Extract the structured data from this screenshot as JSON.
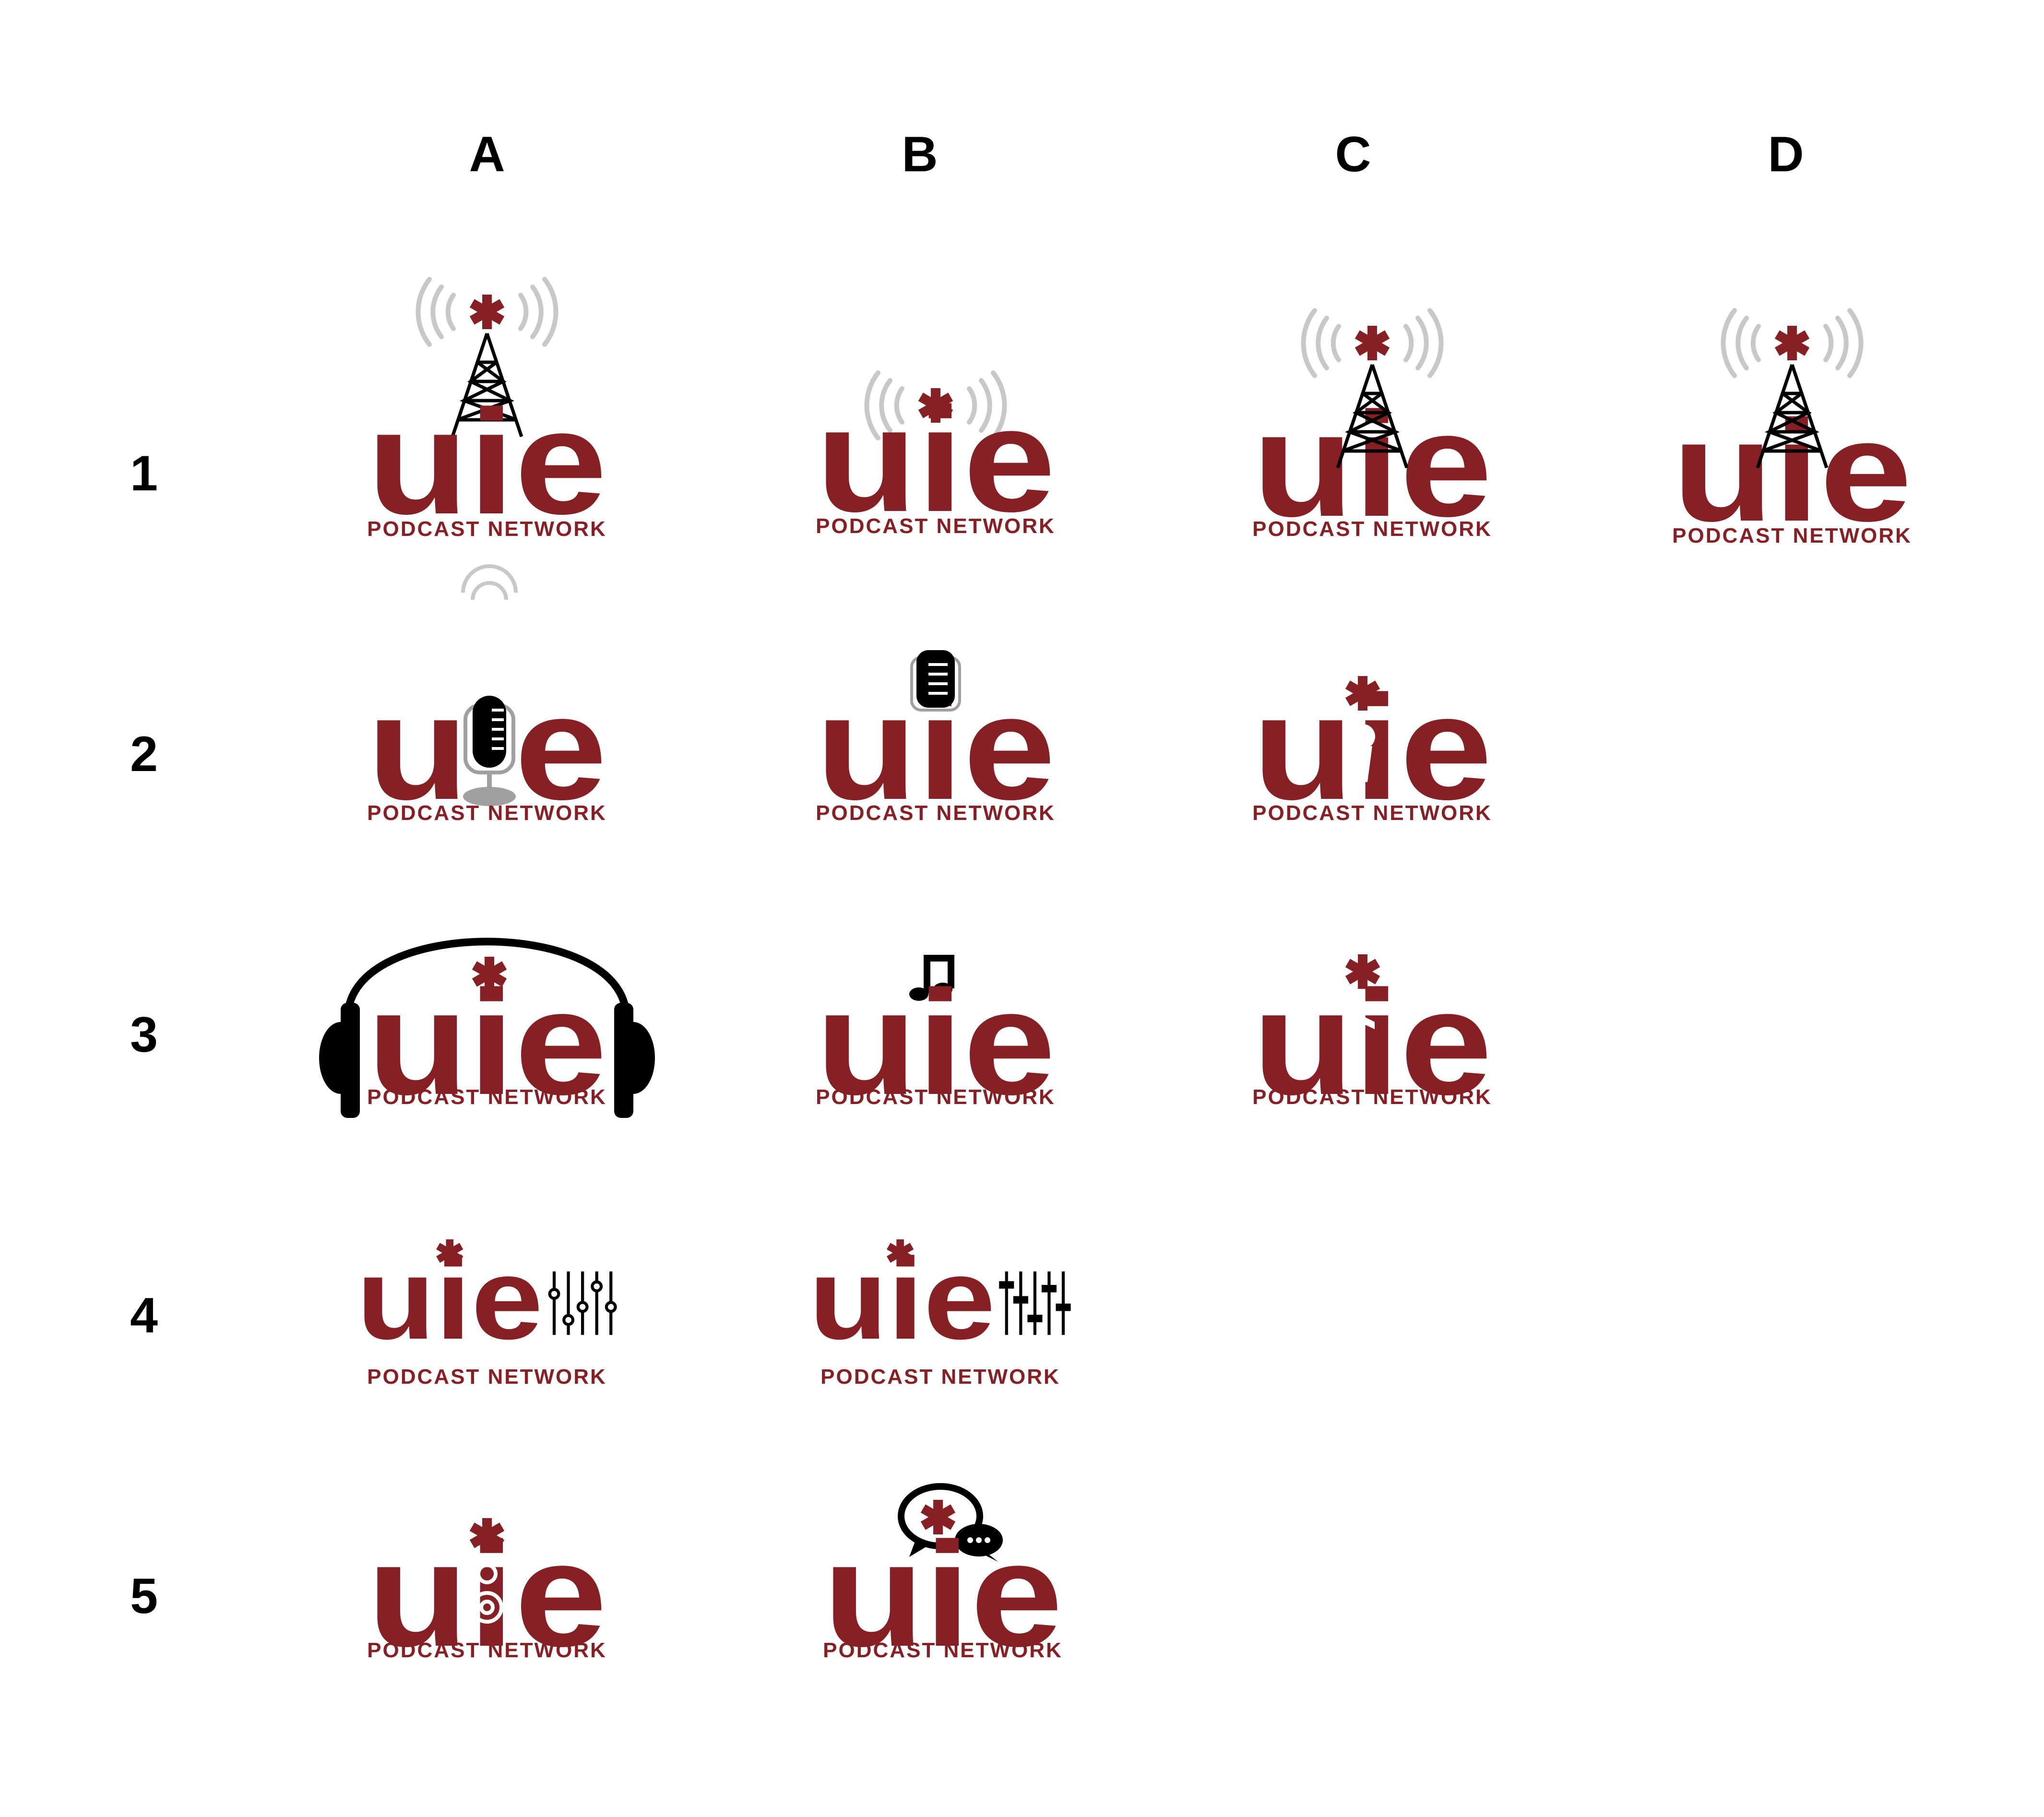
{
  "columns": [
    "A",
    "B",
    "C",
    "D"
  ],
  "rows": [
    "1",
    "2",
    "3",
    "4",
    "5"
  ],
  "brand": {
    "wordmark": "uie",
    "tagline": "PODCAST NETWORK"
  },
  "colors": {
    "brand_red": "#862025",
    "black": "#000000",
    "grey": "#c8c8c8",
    "mid_grey": "#a0a0a0"
  },
  "variants": [
    {
      "id": "A1",
      "icon": "radio-tower-icon"
    },
    {
      "id": "B1",
      "icon": "radio-waves-icon"
    },
    {
      "id": "C1",
      "icon": "radio-tower-icon"
    },
    {
      "id": "D1",
      "icon": "radio-tower-icon"
    },
    {
      "id": "A2",
      "icon": "microphone-icon"
    },
    {
      "id": "B2",
      "icon": "microphone-icon"
    },
    {
      "id": "C2",
      "icon": "handheld-microphone-icon"
    },
    {
      "id": "A3",
      "icon": "headphones-icon"
    },
    {
      "id": "B3",
      "icon": "music-note-icon"
    },
    {
      "id": "C3",
      "icon": "music-note-icon"
    },
    {
      "id": "A4",
      "icon": "mixer-sliders-icon"
    },
    {
      "id": "B4",
      "icon": "mixer-sliders-icon"
    },
    {
      "id": "A5",
      "icon": "speaker-icon"
    },
    {
      "id": "B5",
      "icon": "chat-bubbles-icon"
    }
  ]
}
